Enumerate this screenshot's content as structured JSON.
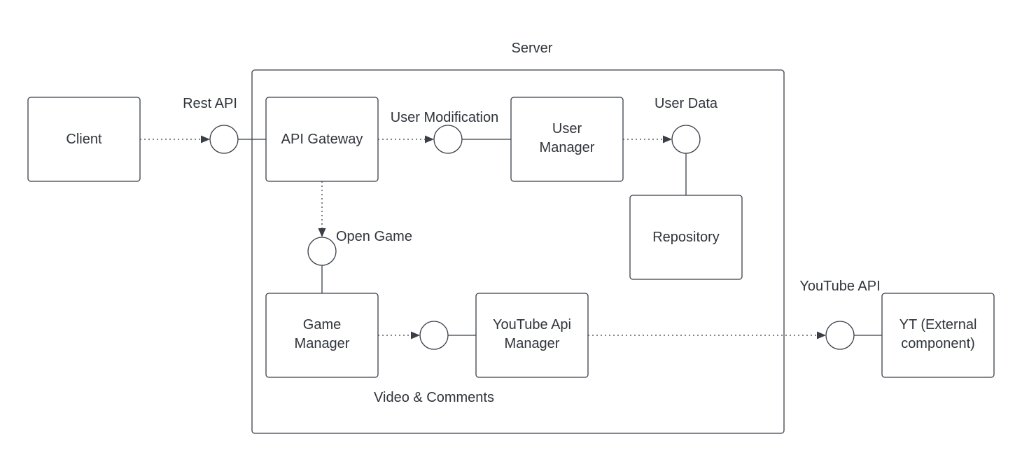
{
  "container": {
    "label": "Server"
  },
  "components": {
    "client": {
      "lines": [
        "Client"
      ]
    },
    "api_gateway": {
      "lines": [
        "API Gateway"
      ]
    },
    "user_manager": {
      "lines": [
        "User",
        "Manager"
      ]
    },
    "repository": {
      "lines": [
        "Repository"
      ]
    },
    "game_manager": {
      "lines": [
        "Game",
        "Manager"
      ]
    },
    "youtube_api_manager": {
      "lines": [
        "YouTube Api",
        "Manager"
      ]
    },
    "yt_external": {
      "lines": [
        "YT (External",
        "component)"
      ]
    }
  },
  "interfaces": {
    "rest_api": "Rest API",
    "user_modification": "User Modification",
    "user_data": "User Data",
    "open_game": "Open Game",
    "video_comments": "Video & Comments",
    "youtube_api": "YouTube API"
  },
  "colors": {
    "stroke": "#3a3f47",
    "text": "#2f333a",
    "background": "#ffffff"
  }
}
